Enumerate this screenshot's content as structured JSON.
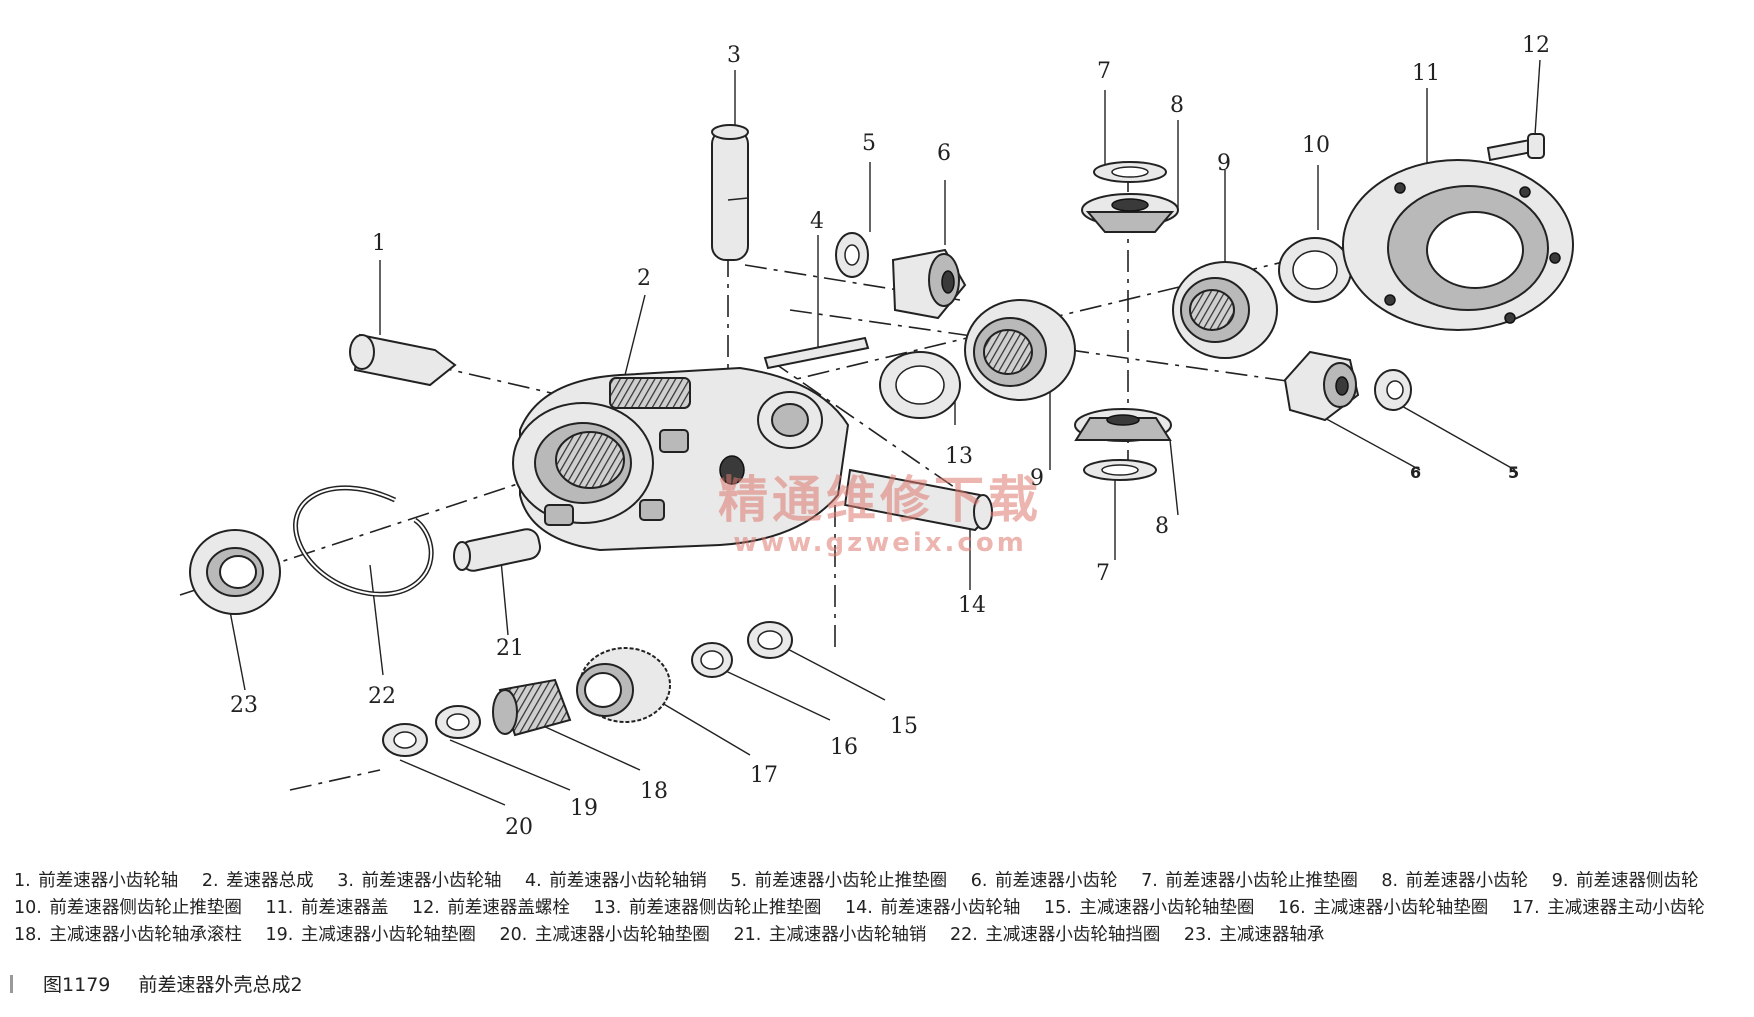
{
  "diagram": {
    "callouts": [
      "1",
      "2",
      "3",
      "4",
      "5",
      "6",
      "7",
      "8",
      "9",
      "10",
      "11",
      "12",
      "13",
      "14",
      "15",
      "16",
      "17",
      "18",
      "19",
      "20",
      "21",
      "22",
      "23"
    ],
    "callouts_small": [
      "6",
      "5"
    ]
  },
  "watermark": {
    "text_cn": "精通维修下载",
    "text_url": "www.gzweix.com"
  },
  "legend": [
    "1. 前差速器小齿轮轴",
    "2. 差速器总成",
    "3. 前差速器小齿轮轴",
    "4. 前差速器小齿轮轴销",
    "5. 前差速器小齿轮止推垫圈",
    "6. 前差速器小齿轮",
    "7. 前差速器小齿轮止推垫圈",
    "8. 前差速器小齿轮",
    "9. 前差速器侧齿轮",
    "10. 前差速器侧齿轮止推垫圈",
    "11. 前差速器盖",
    "12. 前差速器盖螺栓",
    "13. 前差速器侧齿轮止推垫圈",
    "14. 前差速器小齿轮轴",
    "15. 主减速器小齿轮轴垫圈",
    "16. 主减速器小齿轮轴垫圈",
    "17. 主减速器主动小齿轮",
    "18. 主减速器小齿轮轴承滚柱",
    "19. 主减速器小齿轮轴垫圈",
    "20. 主减速器小齿轮轴垫圈",
    "21. 主减速器小齿轮轴销",
    "22. 主减速器小齿轮轴挡圈",
    "23. 主减速器轴承"
  ],
  "caption": {
    "figure": "图1179",
    "title": "前差速器外壳总成2"
  }
}
